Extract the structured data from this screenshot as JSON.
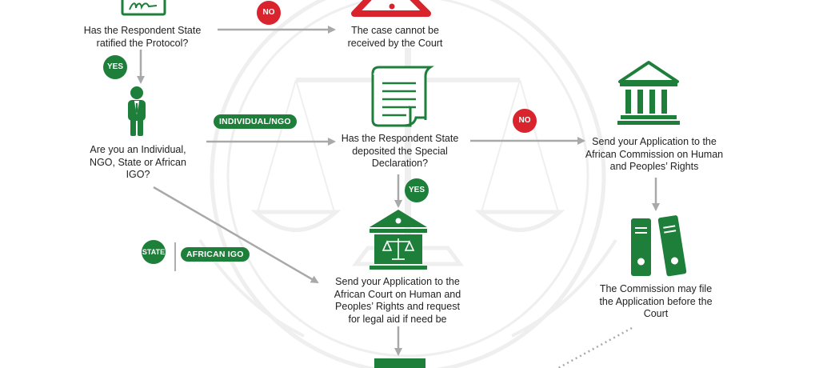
{
  "colors": {
    "green": "#1e7f3a",
    "red": "#d9232d",
    "arrow": "#a9a9a9",
    "watermark": "#efefef"
  },
  "icons": {
    "signature": "signature-document-icon",
    "warning": "warning-triangle-icon",
    "person": "person-icon",
    "scroll": "scroll-document-icon",
    "commission": "classical-building-icon",
    "court": "court-building-with-scales-icon",
    "binders": "file-binders-icon",
    "watermark": "scales-of-justice-watermark"
  },
  "nodes": {
    "ratified": "Has the Respondent State ratified the Protocol?",
    "cannot_receive": "The case cannot be received by the Court",
    "applicant_type": "Are you an Individual, NGO, State or African IGO?",
    "special_declaration": "Has the Respondent State deposited the Special Declaration?",
    "commission": "Send your Application to the African Commission on Human and Peoples’ Rights",
    "court": "Send your Application to the African Court on Human and Peoples’ Rights and request for legal aid if need be",
    "commission_file": "The Commission may file the Application before the Court"
  },
  "labels": {
    "no_1": "NO",
    "yes_1": "YES",
    "individual_ngo": "INDIVIDUAL/NGO",
    "no_2": "NO",
    "yes_2": "YES",
    "state": "STATE",
    "african_igo": "AFRICAN IGO"
  }
}
